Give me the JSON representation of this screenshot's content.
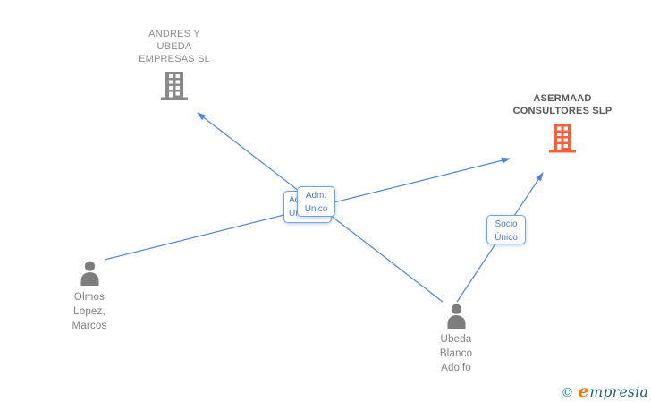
{
  "diagram": {
    "nodes": {
      "company_andres": {
        "label": "ANDRES Y\nUBEDA\nEMPRESAS SL",
        "type": "company",
        "icon": "building-icon",
        "icon_color": "#8a8a8a"
      },
      "company_asermaad": {
        "label": "ASERMAAD\nCONSULTORES SLP",
        "type": "company-highlighted",
        "icon": "building-icon",
        "icon_color": "#f8613c"
      },
      "person_olmos": {
        "label": "Olmos\nLopez,\nMarcos",
        "type": "person",
        "icon": "person-icon",
        "icon_color": "#7d7d7d"
      },
      "person_ubeda": {
        "label": "Ubeda\nBlanco\nAdolfo",
        "type": "person",
        "icon": "person-icon",
        "icon_color": "#7d7d7d"
      }
    },
    "edge_labels": {
      "adm_unico_back": "Adm.\nUnico",
      "adm_unico_front": "Adm.\nUnico",
      "socio_unico": "Socio\nÚnico"
    },
    "edges": [
      {
        "from": "person_olmos",
        "to": "company_asermaad",
        "label": "Adm. Unico"
      },
      {
        "from": "person_ubeda",
        "to": "company_andres",
        "label": "Adm. Unico"
      },
      {
        "from": "person_ubeda",
        "to": "company_asermaad",
        "label": "Socio Único"
      }
    ],
    "colors": {
      "arrow": "#4e86dd",
      "box_border": "#7aa3dc",
      "box_text": "#4a7cc9"
    }
  },
  "footer": {
    "copyright_symbol": "©",
    "brand_initial": "e",
    "brand_rest": "mpresia"
  }
}
